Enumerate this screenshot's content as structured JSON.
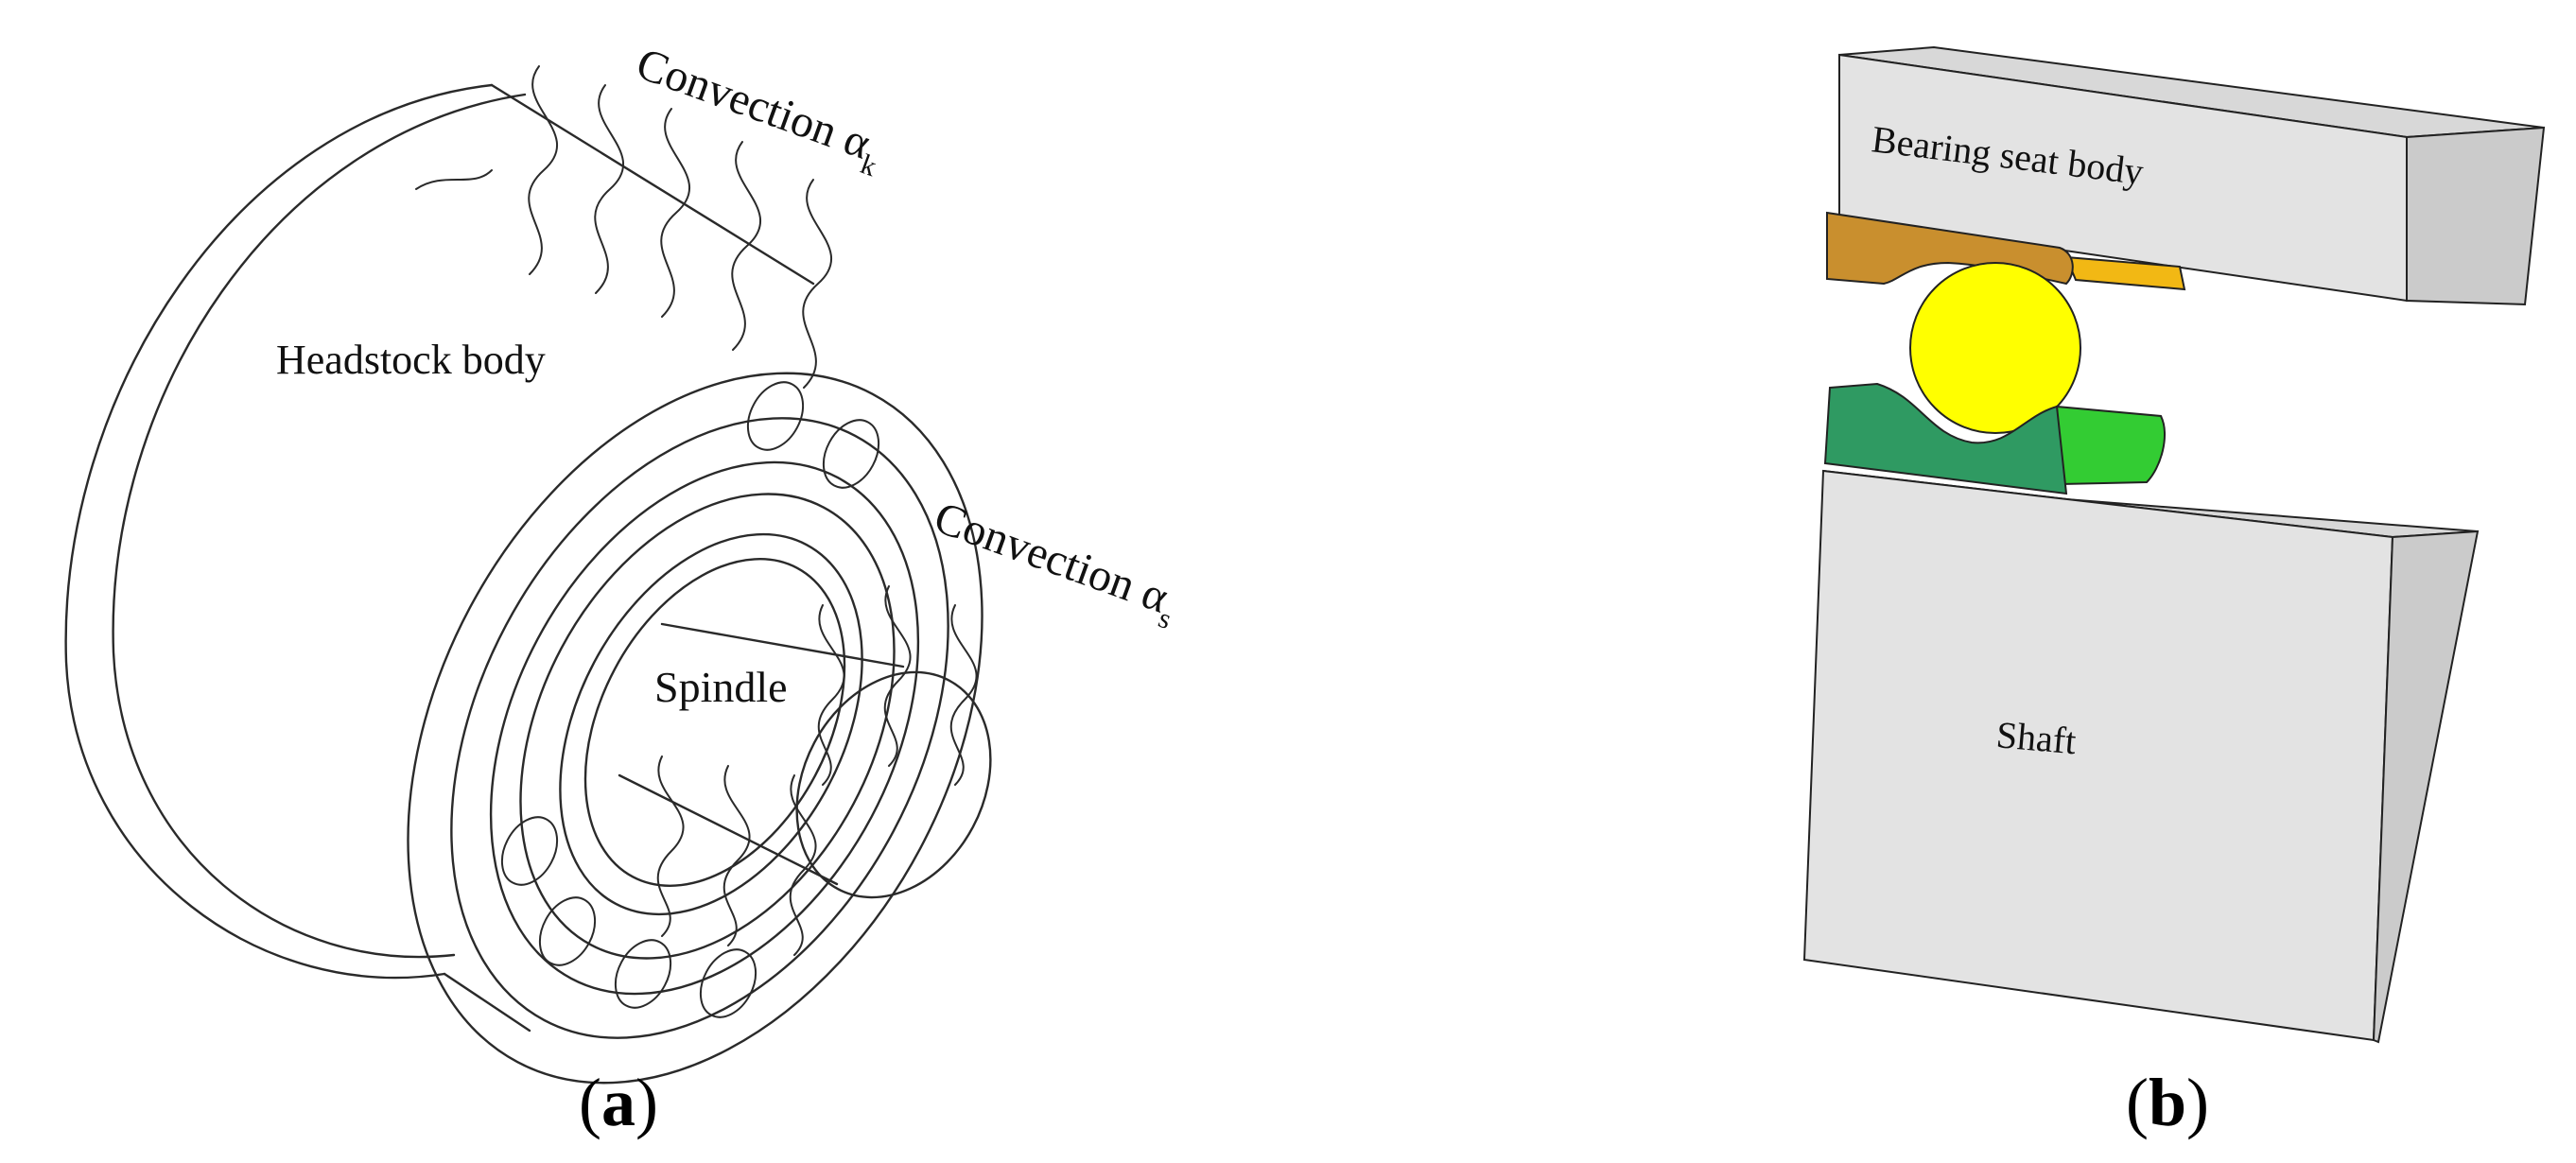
{
  "panel_a": {
    "label_convection_housing": "Convection α",
    "label_convection_housing_sub": "k",
    "label_headstock": "Headstock body",
    "label_convection_spindle": "Convection α",
    "label_convection_spindle_sub": "s",
    "label_spindle": "Spindle",
    "caption_open": "(",
    "caption_letter": "a",
    "caption_close": ")"
  },
  "panel_b": {
    "label_bearing_seat": "Bearing seat body",
    "label_shaft": "Shaft",
    "caption_open": "(",
    "caption_letter": "b",
    "caption_close": ")",
    "colors": {
      "body_face": "#e3e3e3",
      "body_side": "#cbcbcb",
      "outer_ring": "#c98f2e",
      "outer_ring_lip": "#f2b814",
      "ball": "#ffff00",
      "inner_ring": "#2f9a62",
      "inner_ring_side": "#33cc33"
    }
  }
}
